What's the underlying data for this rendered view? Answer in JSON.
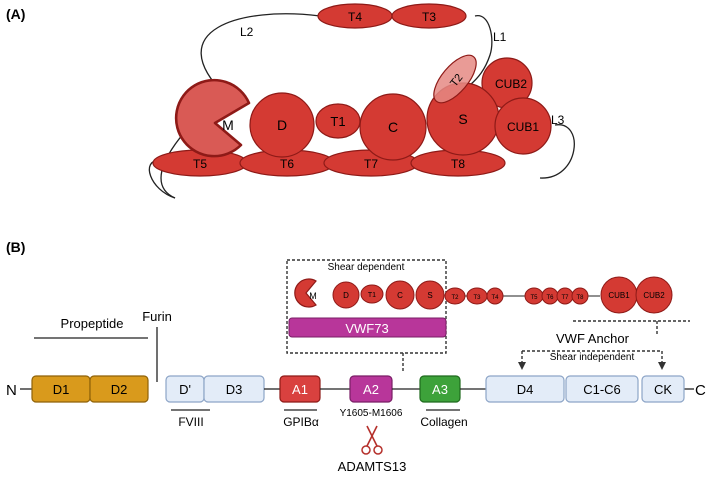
{
  "panel_a": {
    "label": "(A)",
    "loops": {
      "l1": "L1",
      "l2": "L2",
      "l3": "L3"
    },
    "top_domains": {
      "t4": "T4",
      "t3": "T3"
    },
    "middle_domains": {
      "m": "M",
      "d": "D",
      "t1": "T1",
      "c": "C",
      "s": "S",
      "cub2": "CUB2",
      "cub1": "CUB1",
      "t2": "T2"
    },
    "bottom_domains": {
      "t5": "T5",
      "t6": "T6",
      "t7": "T7",
      "t8": "T8"
    }
  },
  "panel_b": {
    "label": "(B)",
    "n_term": "N",
    "c_term": "C",
    "domains": {
      "d1": "D1",
      "d2": "D2",
      "dprime": "D'",
      "d3": "D3",
      "a1": "A1",
      "a2": "A2",
      "a3": "A3",
      "d4": "D4",
      "c1c6": "C1-C6",
      "ck": "CK"
    },
    "annotations": {
      "propeptide": "Propeptide",
      "furin": "Furin",
      "fviii": "FVIII",
      "gpib": "GPIBα",
      "collagen": "Collagen",
      "cleavage_site": "Y1605-M1606",
      "adamts13": "ADAMTS13",
      "vwf73": "VWF73",
      "shear_dependent": "Shear dependent",
      "vwf_anchor": "VWF Anchor",
      "shear_independent": "Shear independent"
    },
    "mini_chain": {
      "m": "M",
      "d": "D",
      "t1": "T1",
      "c": "C",
      "s": "S",
      "t2": "T2",
      "t3": "T3",
      "t4": "T4",
      "t5": "T5",
      "t6": "T6",
      "t7": "T7",
      "t8": "T8",
      "cub1": "CUB1",
      "cub2": "CUB2"
    }
  },
  "colors": {
    "domain_red": "#d43a33",
    "domain_edge": "#8e1a17",
    "propeptide": "#d99a1c",
    "d_light": "#e3ecf8",
    "a1": "#d9413f",
    "a2": "#b8369a",
    "a3": "#3da23a",
    "vwf73": "#b8369a",
    "scissors": "#b5302b"
  }
}
